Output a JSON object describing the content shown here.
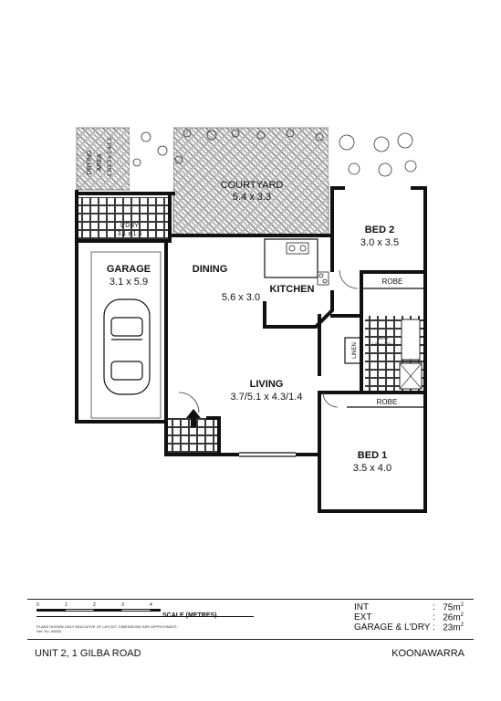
{
  "plan": {
    "rooms": {
      "courtyard": {
        "name": "COURTYARD",
        "dims": "5.4 x 3.3"
      },
      "bed2": {
        "name": "BED 2",
        "dims": "3.0 x 3.5"
      },
      "laundry": {
        "name": "L'DRY",
        "dims": "3.1 x 1.5"
      },
      "garage": {
        "name": "GARAGE",
        "dims": "3.1 x 5.9"
      },
      "dining": {
        "name": "DINING"
      },
      "kitchen": {
        "name": "KITCHEN"
      },
      "dining_kitchen_dims": "5.6 x 3.0",
      "living": {
        "name": "LIVING",
        "dims": "3.7/5.1 x 4.3/1.4"
      },
      "bed1": {
        "name": "BED 1",
        "dims": "3.5 x 4.0"
      },
      "robe_top": "ROBE",
      "robe_bottom": "ROBE",
      "linen": "LINEN",
      "bath": {
        "name": "BATH",
        "dims": "1.9/0 x 2.5/0.5"
      },
      "drying": {
        "name": "DRYING",
        "area": "AREA",
        "dims": "1.9/3.3 x 2.4/1.1"
      }
    }
  },
  "scale": {
    "ticks": [
      "0",
      "1",
      "2",
      "3",
      "4"
    ],
    "label": "SCALE (METRES)",
    "disclaimer": "PLANS SHOWN ONLY INDICATIVE OF LAYOUT. DIMENSIONS ARE APPROXIMATE.",
    "ref": "Ref. No: 53553"
  },
  "areas": [
    {
      "label": "INT",
      "value": "75m",
      "unit_sup": "2"
    },
    {
      "label": "EXT",
      "value": "26m",
      "unit_sup": "2"
    },
    {
      "label": "GARAGE & L'DRY",
      "value": "23m",
      "unit_sup": "2"
    }
  ],
  "footer": {
    "address": "UNIT 2, 1 GILBA ROAD",
    "suburb": "KOONAWARRA"
  }
}
